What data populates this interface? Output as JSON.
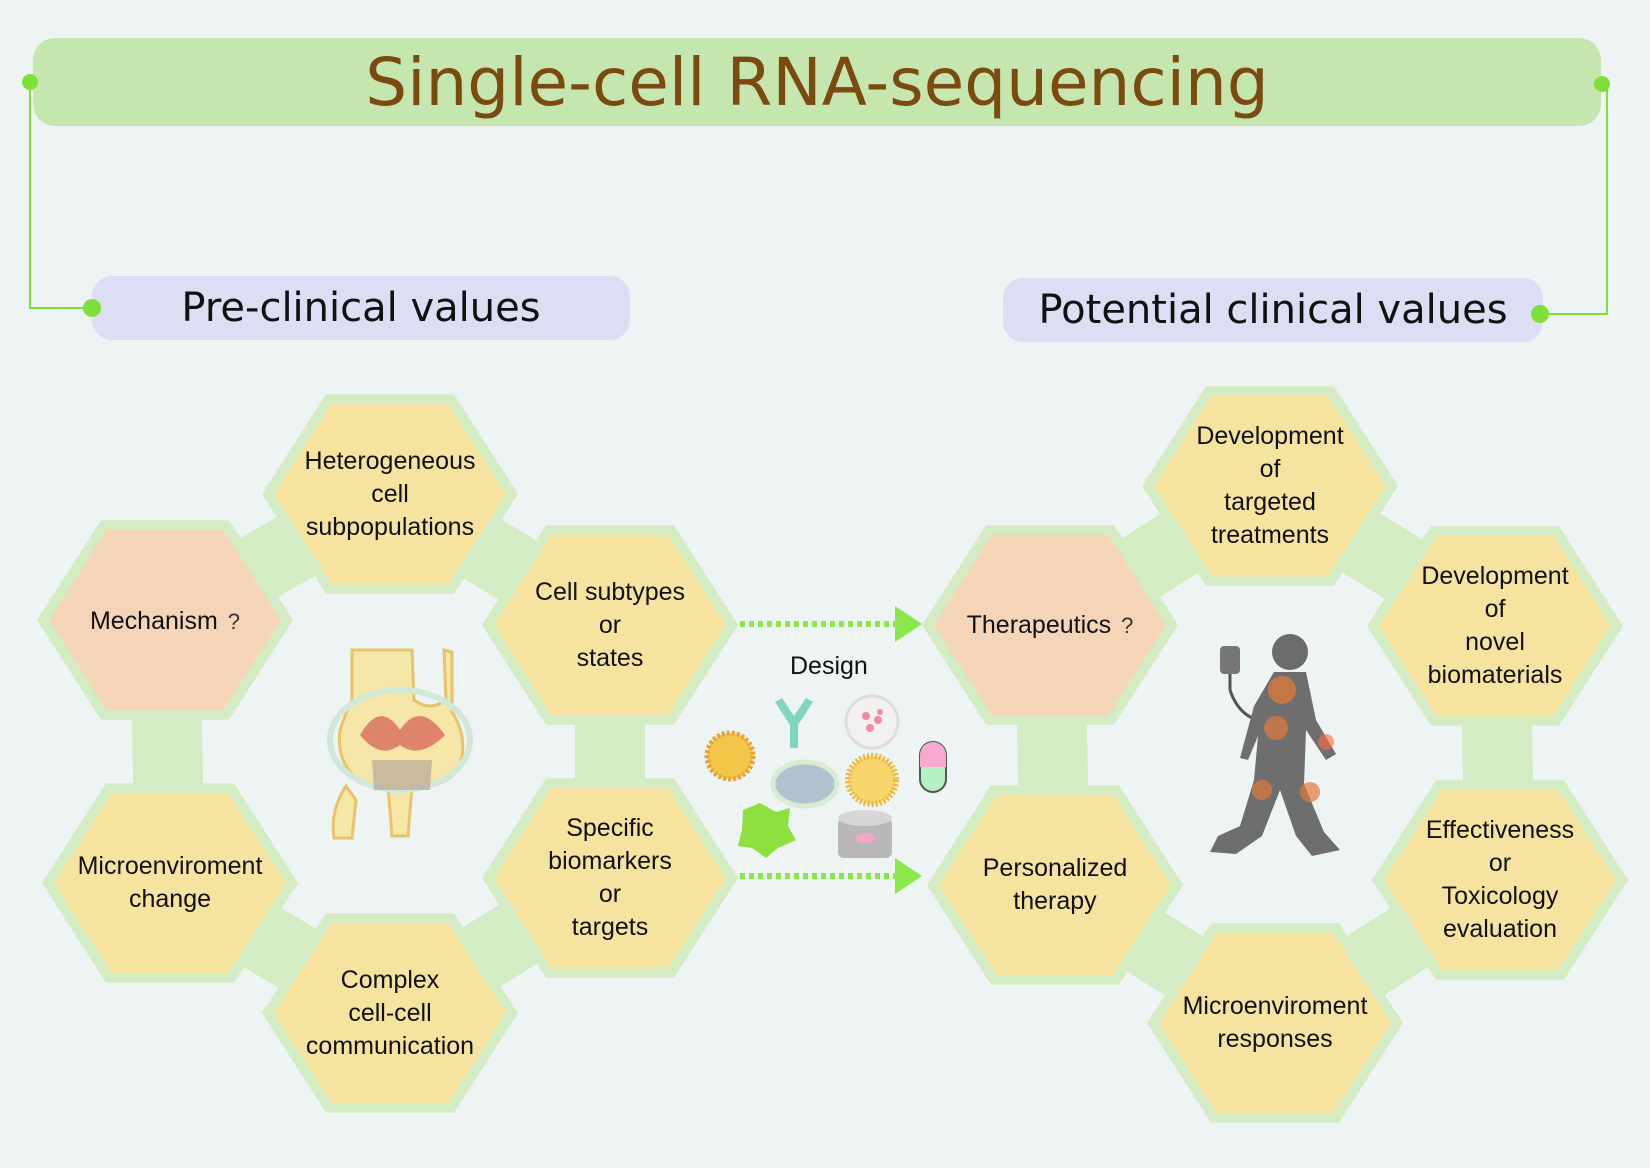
{
  "title": "Single-cell RNA-sequencing",
  "sections": {
    "left": "Pre-clinical values",
    "right": "Potential clinical values"
  },
  "design_label": "Design",
  "question_mark": "?",
  "hexagons": {
    "mechanism": "Mechanism",
    "heterogeneous": "Heterogeneous\ncell\nsubpopulations",
    "cell_subtypes": "Cell subtypes\nor\nstates",
    "microenv_change": "Microenviroment\nchange",
    "complex_comm": "Complex\ncell-cell\ncommunication",
    "biomarkers": "Specific\nbiomarkers\nor\ntargets",
    "therapeutics": "Therapeutics",
    "targeted_treatments": "Development\nof\ntargeted\ntreatments",
    "novel_biomaterials": "Development\nof\nnovel\nbiomaterials",
    "personalized": "Personalized\ntherapy",
    "effectiveness": "Effectiveness\nor\nToxicology\nevaluation",
    "microenv_responses": "Microenviroment\nresponses"
  },
  "colors": {
    "title_bar": "#c6e6b0",
    "title_text": "#7a4a10",
    "pill": "#dcdff3",
    "hex_yellow": "#f6e3a0",
    "hex_peach": "#f5d5b8",
    "hex_border": "#d3ecc4",
    "connector": "#7fe03a",
    "arrow": "#8ae84a"
  }
}
